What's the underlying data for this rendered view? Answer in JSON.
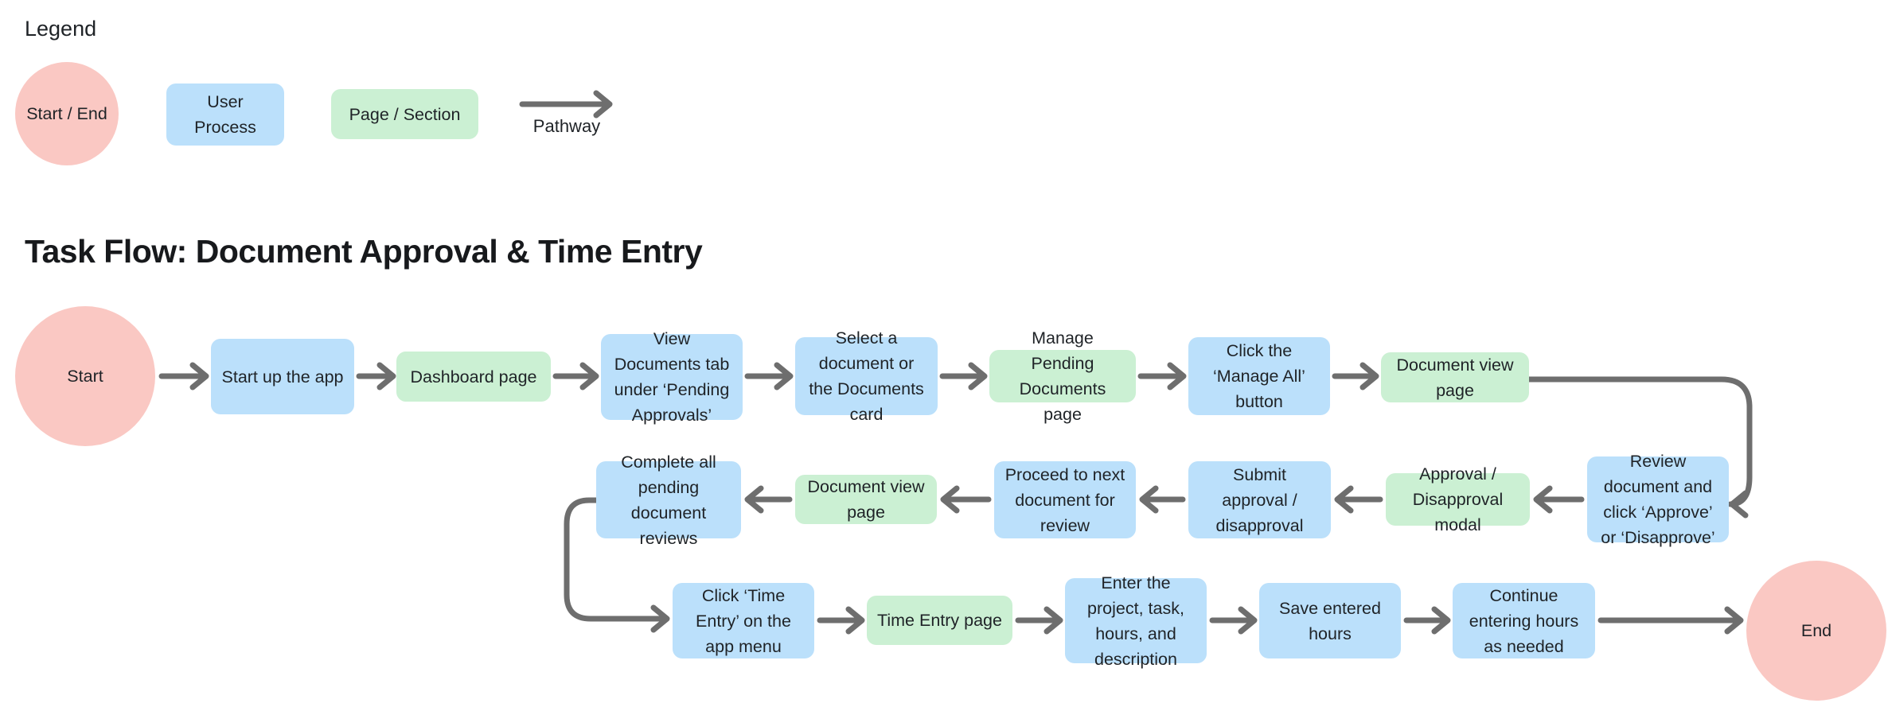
{
  "colors": {
    "terminal": "#FAC8C3",
    "process": "#BBE0FB",
    "page": "#CBF0D3",
    "arrow": "#6E6E6E",
    "text": "#1F2327"
  },
  "legend": {
    "heading": "Legend",
    "terminal_label": "Start / End",
    "process_label": "User Process",
    "page_label": "Page / Section",
    "pathway_label": "Pathway"
  },
  "title": "Task Flow: Document Approval & Time Entry",
  "flow": {
    "nodes": [
      {
        "id": "start",
        "type": "terminal",
        "label": "Start"
      },
      {
        "id": "start-up-the-app",
        "type": "process",
        "label": "Start up the app"
      },
      {
        "id": "dashboard-page",
        "type": "page",
        "label": "Dashboard page"
      },
      {
        "id": "view-documents-tab",
        "type": "process",
        "label": "View Documents tab under ‘Pending Approvals’"
      },
      {
        "id": "select-a-document",
        "type": "process",
        "label": "Select a document or the Documents card"
      },
      {
        "id": "manage-pending-documents-page",
        "type": "page",
        "label": "Manage Pending Documents page"
      },
      {
        "id": "click-manage-all-button",
        "type": "process",
        "label": "Click the ‘Manage All’ button"
      },
      {
        "id": "document-view-page-1",
        "type": "page",
        "label": "Document view page"
      },
      {
        "id": "review-document",
        "type": "process",
        "label": "Review document and click ‘Approve’ or ‘Disapprove’"
      },
      {
        "id": "approval-disapproval-modal",
        "type": "page",
        "label": "Approval / Disapproval modal"
      },
      {
        "id": "submit-approval",
        "type": "process",
        "label": "Submit approval / disapproval"
      },
      {
        "id": "proceed-to-next-document",
        "type": "process",
        "label": "Proceed to next document for review"
      },
      {
        "id": "document-view-page-2",
        "type": "page",
        "label": "Document view page"
      },
      {
        "id": "complete-all-pending-reviews",
        "type": "process",
        "label": "Complete all pending document reviews"
      },
      {
        "id": "click-time-entry",
        "type": "process",
        "label": "Click ‘Time Entry’ on the app menu"
      },
      {
        "id": "time-entry-page",
        "type": "page",
        "label": "Time Entry page"
      },
      {
        "id": "enter-project-task-hours",
        "type": "process",
        "label": "Enter the project, task, hours, and description"
      },
      {
        "id": "save-entered-hours",
        "type": "process",
        "label": "Save entered hours"
      },
      {
        "id": "continue-entering-hours",
        "type": "process",
        "label": "Continue entering hours as needed"
      },
      {
        "id": "end",
        "type": "terminal",
        "label": "End"
      }
    ]
  }
}
